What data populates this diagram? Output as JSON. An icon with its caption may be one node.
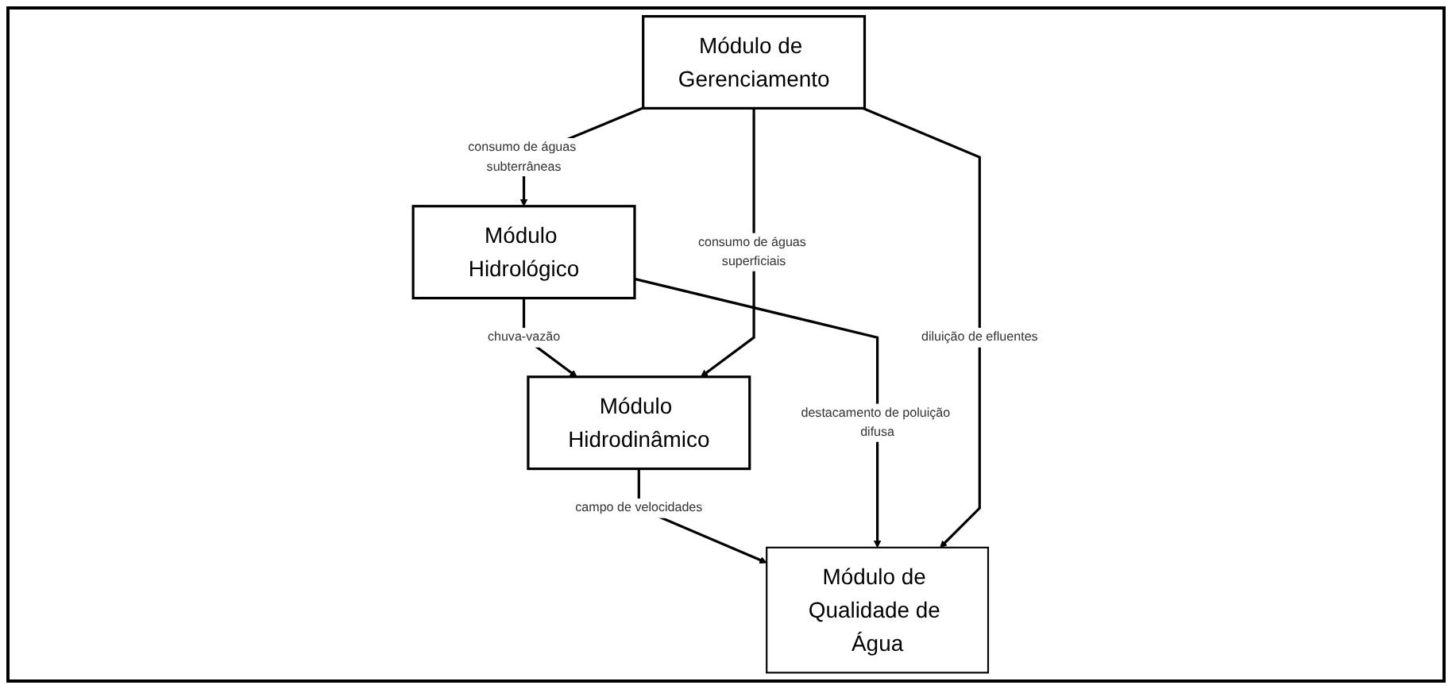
{
  "diagram": {
    "nodes": [
      {
        "text": [
          "Módulo Hidrodinâmico"
        ]
      },
      {
        "text": [
          "Módulo Hidrológico"
        ]
      },
      {
        "text": [
          "Módulo de Qualidade de Água"
        ]
      },
      {
        "text": [
          "Módulo de Gerenciamento"
        ]
      }
    ],
    "edges": [
      {
        "from": 1,
        "to": 0,
        "arrow": "to",
        "label": "chuva-vazão"
      },
      {
        "from": 0,
        "to": 2,
        "arrow": "to",
        "label": "campo de velocidades"
      },
      {
        "from": 1,
        "to": 2,
        "arrow": "to",
        "label": "destacamento de poluição difusa"
      },
      {
        "from": 3,
        "to": 0,
        "arrow": "to",
        "label": "consumo de águas superficiais"
      },
      {
        "from": 3,
        "to": 2,
        "arrow": "to",
        "label": "diluição de efluentes"
      },
      {
        "from": 3,
        "to": 1,
        "arrow": "to",
        "label": "consumo de águas subterrâneas"
      }
    ]
  }
}
